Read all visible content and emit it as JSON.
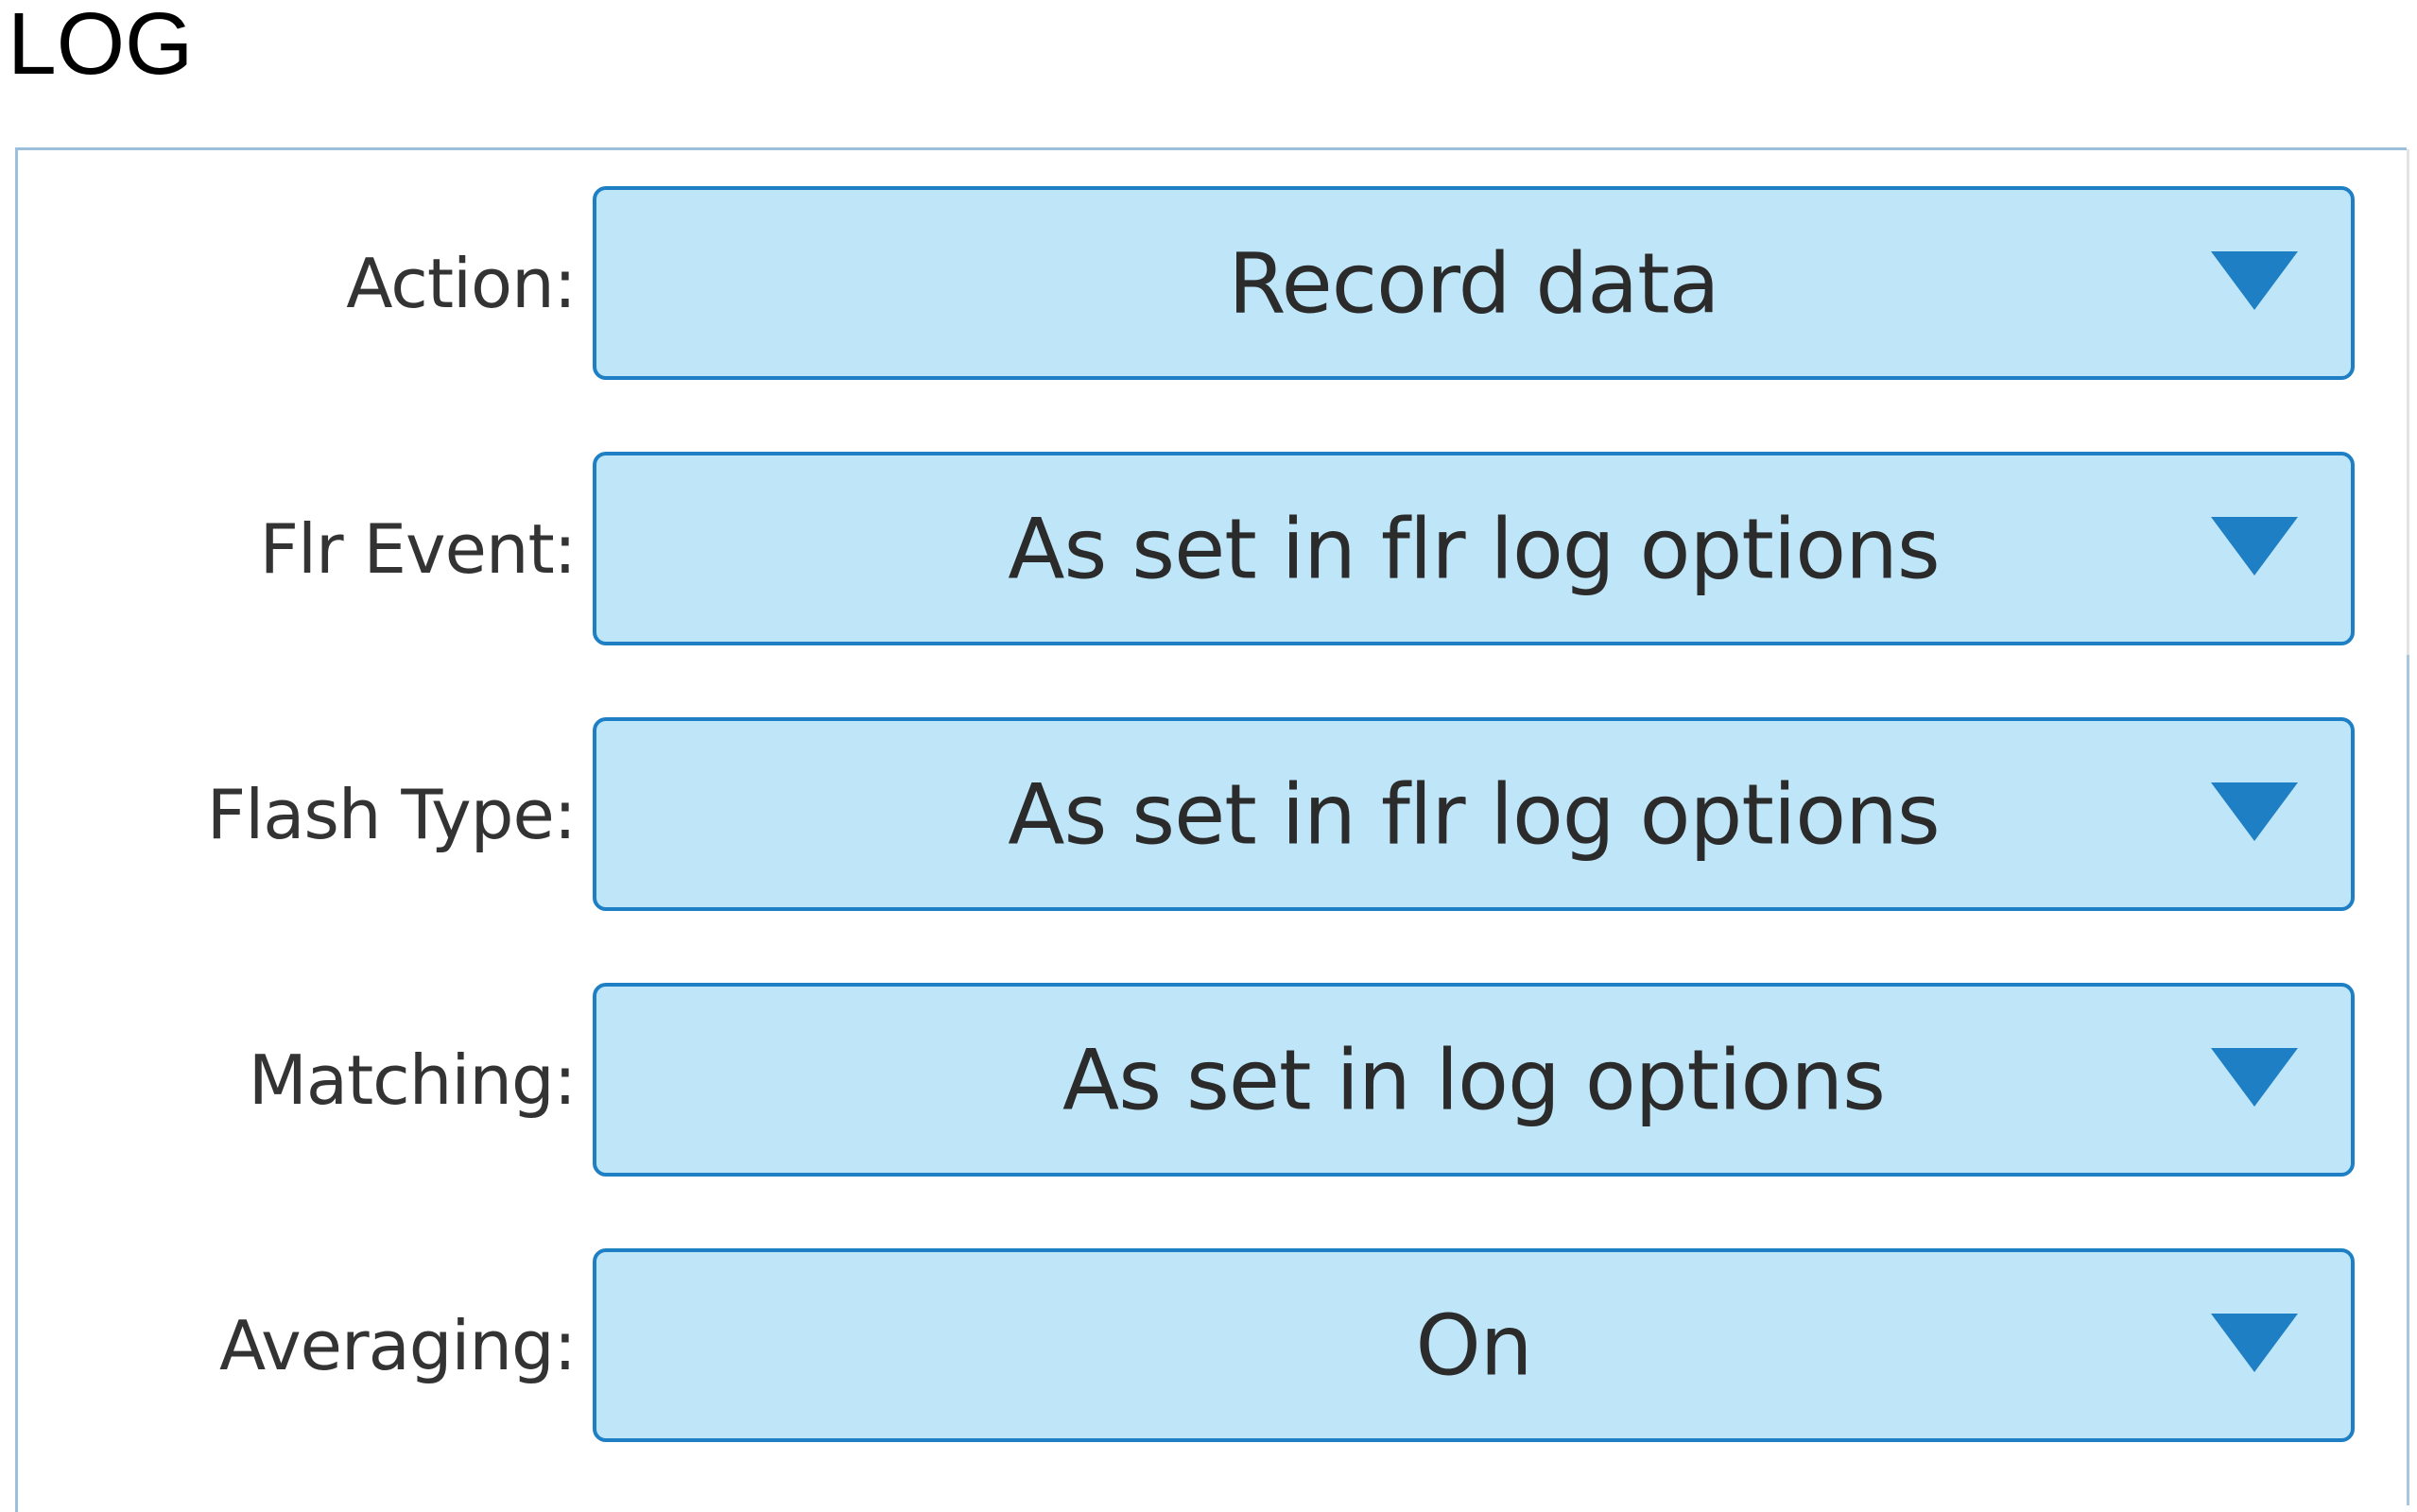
{
  "section": {
    "title": "LOG"
  },
  "fields": [
    {
      "label": "Action:",
      "value": "Record data",
      "icon": "chevron-down-icon"
    },
    {
      "label": "Flr Event:",
      "value": "As set in flr log options",
      "icon": "chevron-down-icon"
    },
    {
      "label": "Flash Type:",
      "value": "As set in flr log options",
      "icon": "chevron-down-icon"
    },
    {
      "label": "Matching:",
      "value": "As set in log options",
      "icon": "chevron-down-icon"
    },
    {
      "label": "Averaging:",
      "value": "On",
      "icon": "chevron-down-icon"
    }
  ],
  "colors": {
    "select_background": "#bfe6f8",
    "select_border": "#1f7fc4",
    "chevron": "#1f7fc4",
    "panel_border": "#9cc0db",
    "label_text": "#333333"
  }
}
